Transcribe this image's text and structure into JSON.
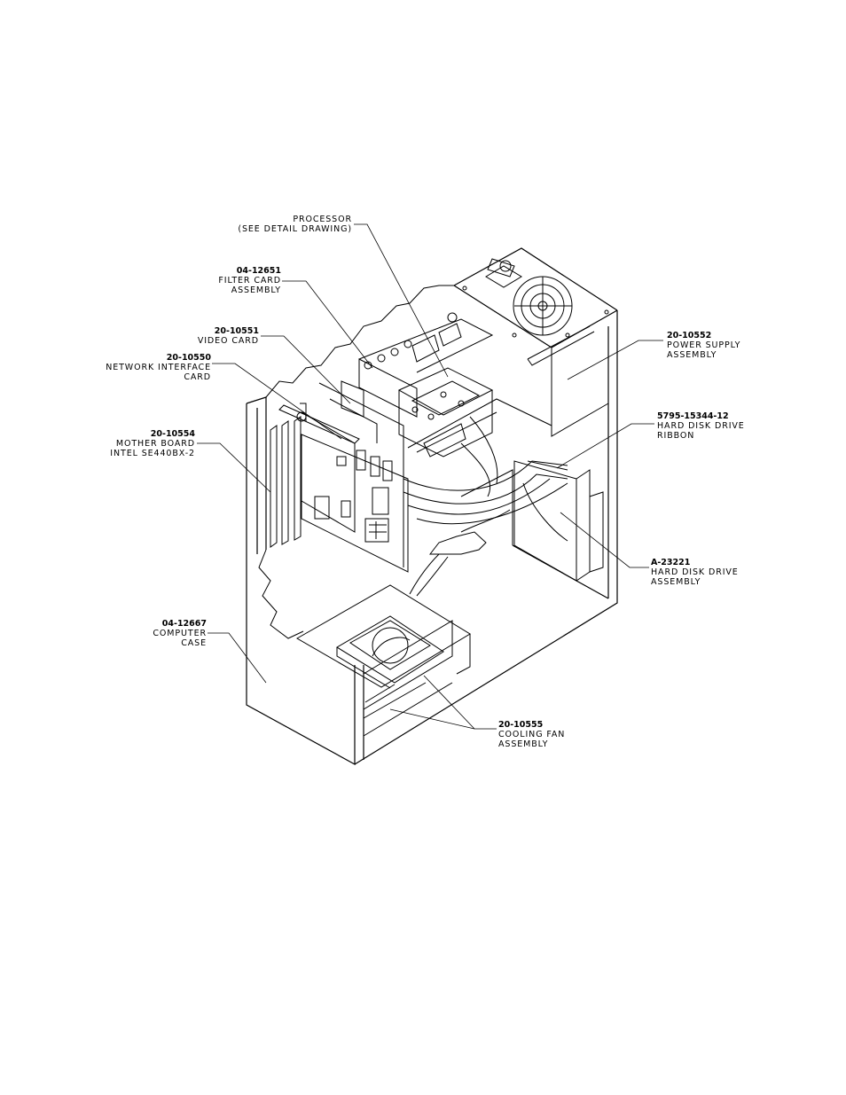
{
  "callouts": {
    "processor": {
      "part": "",
      "line1": "PROCESSOR",
      "line2": "(SEE DETAIL DRAWING)"
    },
    "filter_card": {
      "part": "04-12651",
      "line1": "FILTER CARD",
      "line2": "ASSEMBLY"
    },
    "video_card": {
      "part": "20-10551",
      "line1": "VIDEO CARD",
      "line2": ""
    },
    "network_card": {
      "part": "20-10550",
      "line1": "NETWORK INTERFACE",
      "line2": "CARD"
    },
    "mother_board": {
      "part": "20-10554",
      "line1": "MOTHER BOARD",
      "line2": "INTEL SE440BX-2"
    },
    "computer_case": {
      "part": "04-12667",
      "line1": "COMPUTER",
      "line2": "CASE"
    },
    "power_supply": {
      "part": "20-10552",
      "line1": "POWER SUPPLY",
      "line2": "ASSEMBLY"
    },
    "hdd_ribbon": {
      "part": "5795-15344-12",
      "line1": "HARD DISK DRIVE",
      "line2": "RIBBON"
    },
    "hdd_assembly": {
      "part": "A-23221",
      "line1": "HARD DISK DRIVE",
      "line2": "ASSEMBLY"
    },
    "cooling_fan": {
      "part": "20-10555",
      "line1": "COOLING FAN",
      "line2": "ASSEMBLY"
    }
  }
}
